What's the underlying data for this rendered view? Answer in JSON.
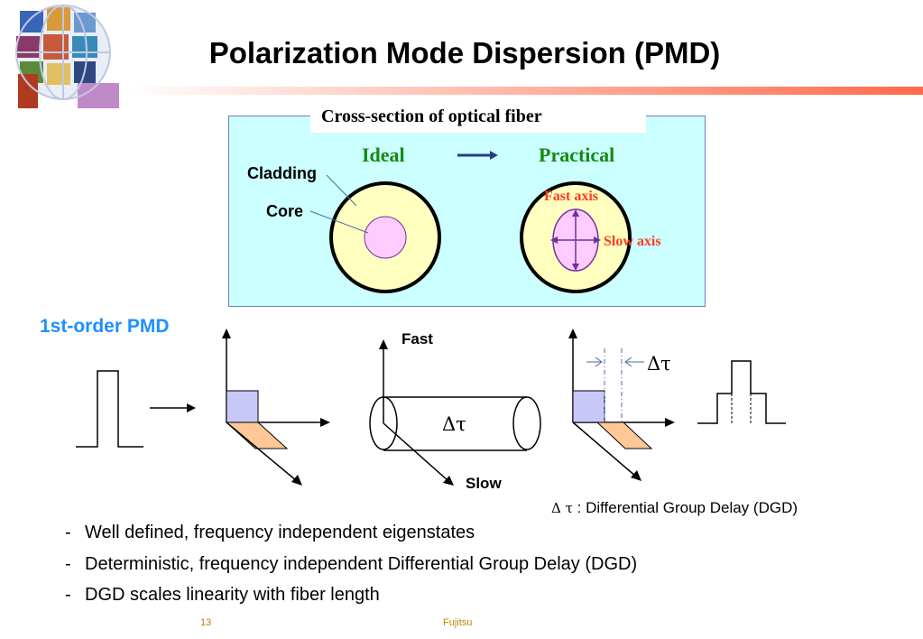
{
  "title": "Polarization Mode Dispersion (PMD)",
  "panel": {
    "caption": "Cross-section of optical fiber",
    "ideal_label": "Ideal",
    "practical_label": "Practical",
    "cladding_label": "Cladding",
    "core_label": "Core",
    "fast_axis_label": "Fast axis",
    "slow_axis_label": "Slow axis"
  },
  "pmd": {
    "heading": "1st-order PMD",
    "fast_label": "Fast",
    "slow_label": "Slow",
    "delay_symbol": "Δτ",
    "dgd_symbol": "Δ τ",
    "dgd_text": " : Differential Group Delay (DGD)"
  },
  "bullets": [
    {
      "dash": "-",
      "text": "Well defined, frequency independent eigenstates"
    },
    {
      "dash": "-",
      "text": "Deterministic, frequency independent Differential Group Delay (DGD)"
    },
    {
      "dash": "-",
      "text": "DGD scales linearity with fiber length"
    }
  ],
  "footer": {
    "page_number": "13",
    "company": "Fujitsu"
  },
  "colors": {
    "heading_blue": "#1e90ff",
    "label_green": "#138a13",
    "axis_red": "#ff3b1f",
    "panel_bg": "#ccffff",
    "cladding_fill": "#ffffc0",
    "core_fill": "#ffccff",
    "fast_box_fill": "#c8c8f8",
    "slow_box_fill": "#ffc896"
  }
}
